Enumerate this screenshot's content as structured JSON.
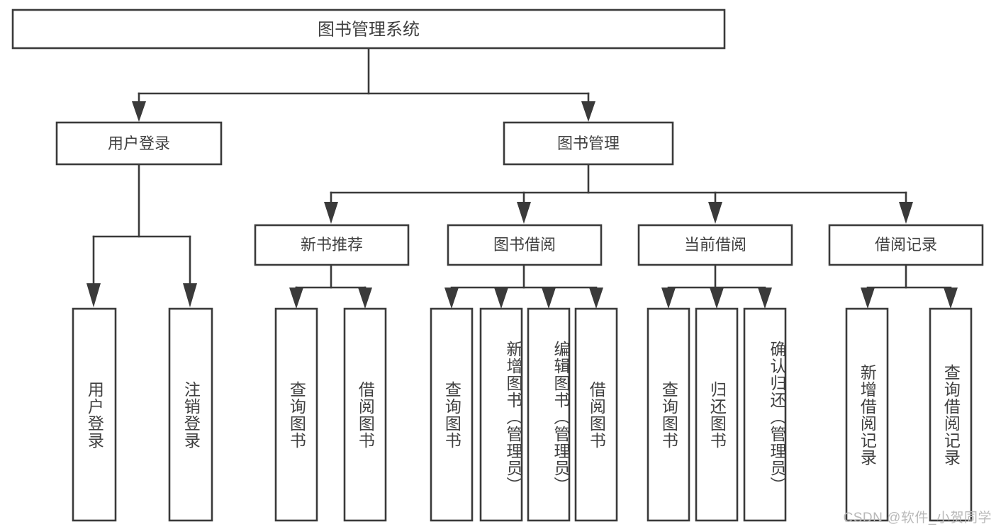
{
  "diagram": {
    "title": "图书管理系统",
    "type": "tree-hierarchy",
    "root": {
      "id": "root",
      "label": "图书管理系统",
      "orientation": "horizontal"
    },
    "level2": [
      {
        "id": "user-login",
        "label": "用户登录",
        "orientation": "horizontal"
      },
      {
        "id": "book-manage",
        "label": "图书管理",
        "orientation": "horizontal"
      }
    ],
    "level3": [
      {
        "id": "new-book-rec",
        "label": "新书推荐",
        "orientation": "horizontal"
      },
      {
        "id": "book-borrow",
        "label": "图书借阅",
        "orientation": "horizontal"
      },
      {
        "id": "current-borrow",
        "label": "当前借阅",
        "orientation": "horizontal"
      },
      {
        "id": "borrow-record",
        "label": "借阅记录",
        "orientation": "horizontal"
      }
    ],
    "leaves": {
      "user-login": [
        {
          "id": "leaf-user-login",
          "label": "用户登录"
        },
        {
          "id": "leaf-logout",
          "label": "注销登录"
        }
      ],
      "new-book-rec": [
        {
          "id": "leaf-query-book-1",
          "label": "查询图书"
        },
        {
          "id": "leaf-borrow-book-1",
          "label": "借阅图书"
        }
      ],
      "book-borrow": [
        {
          "id": "leaf-query-book-2",
          "label": "查询图书"
        },
        {
          "id": "leaf-add-book",
          "label": "新增图书（管理员）"
        },
        {
          "id": "leaf-edit-book",
          "label": "编辑图书（管理员）"
        },
        {
          "id": "leaf-borrow-book-2",
          "label": "借阅图书"
        }
      ],
      "current-borrow": [
        {
          "id": "leaf-query-book-3",
          "label": "查询图书"
        },
        {
          "id": "leaf-return-book",
          "label": "归还图书"
        },
        {
          "id": "leaf-confirm-return",
          "label": "确认归还（管理员）"
        }
      ],
      "borrow-record": [
        {
          "id": "leaf-add-record",
          "label": "新增借阅记录"
        },
        {
          "id": "leaf-query-record",
          "label": "查询借阅记录"
        }
      ]
    }
  },
  "watermark": {
    "text": "CSDN @软件_小贺同学"
  },
  "colors": {
    "stroke": "#3a3a3a",
    "text": "#404040",
    "background": "#ffffff",
    "watermark": "#b9b9b9"
  }
}
